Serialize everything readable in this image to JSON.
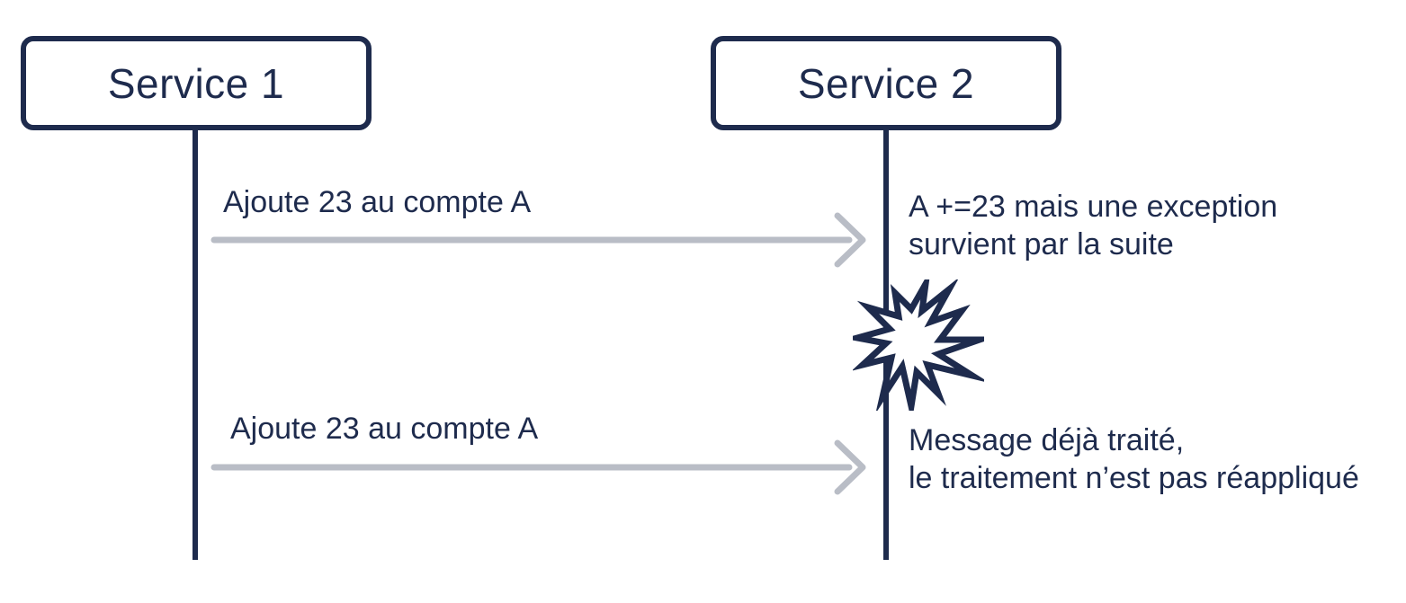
{
  "diagram": {
    "type": "sequence-diagram",
    "background": "#ffffff",
    "colors": {
      "ink": "#1e2b4d",
      "arrow": "#b9bdc6",
      "box_fill": "#ffffff"
    },
    "actors": [
      {
        "label": "Service 1"
      },
      {
        "label": "Service 2"
      }
    ],
    "messages": [
      {
        "label": "Ajoute 23 au compte A",
        "from": "Service 1",
        "to": "Service 2",
        "note": [
          "A +=23 mais une exception",
          "survient par la suite"
        ]
      },
      {
        "label": "Ajoute 23 au compte A",
        "from": "Service 1",
        "to": "Service 2",
        "note": [
          "Message déjà traité,",
          "le traitement n’est pas réappliqué"
        ]
      }
    ],
    "icons": {
      "explosion": "explosion-burst-icon"
    }
  }
}
